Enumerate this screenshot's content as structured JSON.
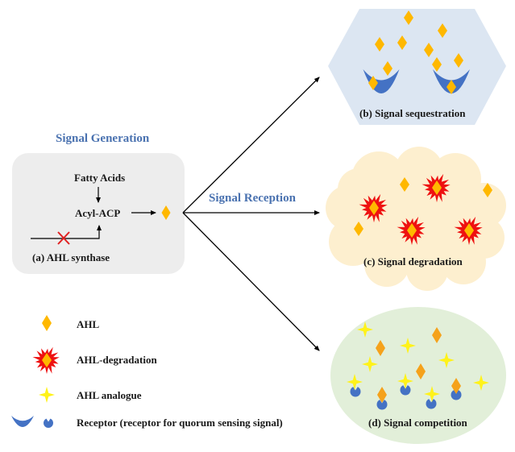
{
  "headings": {
    "generation": "Signal Generation",
    "reception": "Signal Reception"
  },
  "synthase_box": {
    "fatty_acids": "Fatty Acids",
    "acyl_acp": "Acyl-ACP",
    "caption": "(a) AHL synthase"
  },
  "panels": {
    "sequestration": "(b) Signal sequestration",
    "degradation": "(c) Signal degradation",
    "competition": "(d) Signal competition"
  },
  "legend": [
    {
      "icon": "ahl-diamond-icon",
      "label": "AHL"
    },
    {
      "icon": "ahl-degradation-starburst-icon",
      "label": "AHL-degradation"
    },
    {
      "icon": "ahl-analogue-star-icon",
      "label": "AHL analogue"
    },
    {
      "icon": "receptor-icon",
      "label": "Receptor (receptor for quorum sensing signal)"
    }
  ],
  "colors": {
    "ahl": "#FFB800",
    "ahl_dark": "#F5A21B",
    "degradation": "#EE1111",
    "analogue": "#FFF21A",
    "receptor": "#4472C4",
    "heading_blue": "#4A72B0",
    "box_gray": "#EDEDED",
    "hex_blue": "#DCE6F2",
    "cloud_cream": "#FDEFCF",
    "ellipse_green": "#E2EFD9",
    "inhibit_red": "#E02020"
  }
}
